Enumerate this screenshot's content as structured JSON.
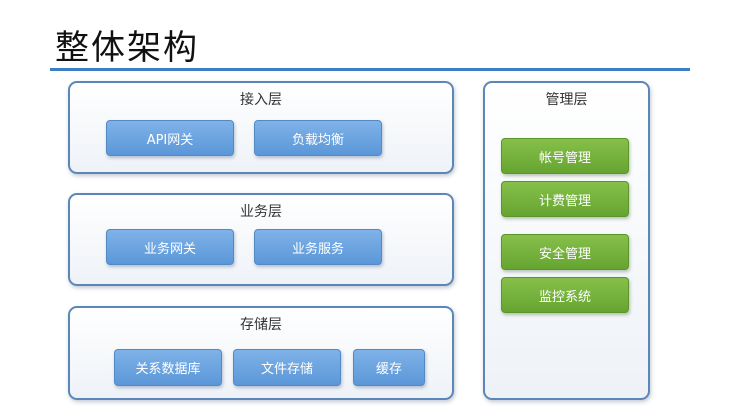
{
  "title": "整体架构",
  "layers": {
    "access": {
      "label": "接入层",
      "items": [
        "API网关",
        "负载均衡"
      ]
    },
    "business": {
      "label": "业务层",
      "items": [
        "业务网关",
        "业务服务"
      ]
    },
    "storage": {
      "label": "存储层",
      "items": [
        "关系数据库",
        "文件存储",
        "缓存"
      ]
    }
  },
  "management": {
    "label": "管理层",
    "items": [
      "帐号管理",
      "计费管理",
      "安全管理",
      "监控系统"
    ]
  },
  "colors": {
    "title_rule": "#3b7fc4",
    "panel_border": "#5a87b8",
    "chip_blue": "#5b97d8",
    "chip_green": "#66a431"
  }
}
